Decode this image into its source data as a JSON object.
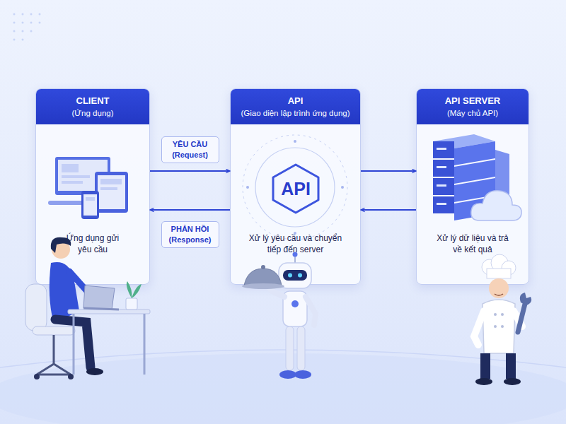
{
  "diagram": {
    "nodes": [
      {
        "text": [
          "CLIENT",
          "(Ứng dụng)",
          "Ứng dụng gửi yêu cầu"
        ]
      },
      {
        "text": [
          "API",
          "(Giao diện lập trình ứng dụng)",
          "Xử lý yêu cầu và chuyển tiếp đến server"
        ]
      },
      {
        "text": [
          "API"
        ],
        "in": 1
      },
      {
        "text": [
          "API SERVER",
          "(Máy chủ API)",
          "Xử lý dữ liệu và trả về kết quả"
        ]
      }
    ],
    "edges": [
      {
        "from": 0,
        "to": 1,
        "arrow": "to",
        "label": "YÊU CẦU (Request)"
      },
      {
        "from": 1,
        "to": 0,
        "arrow": "to",
        "label": "PHẢN HỒI (Response)"
      },
      {
        "from": 1,
        "to": 3,
        "arrow": "to"
      },
      {
        "from": 3,
        "to": 1,
        "arrow": "to"
      }
    ]
  }
}
